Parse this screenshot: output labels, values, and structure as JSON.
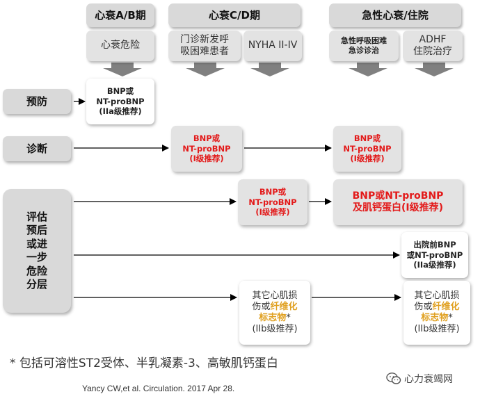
{
  "headers": {
    "stage_ab": "心衰A/B期",
    "stage_cd": "心衰C/D期",
    "acute": "急性心衰/住院"
  },
  "subheaders": {
    "hf_risk": "心衰危险",
    "outpatient_line1": "门诊新发呼",
    "outpatient_line2": "吸困难患者",
    "nyha": "NYHA II-IV",
    "er_line1": "急性呼吸困难",
    "er_line2": "急诊诊治",
    "adhf_line1": "ADHF",
    "adhf_line2": "住院治疗"
  },
  "rows": {
    "prevention": "预防",
    "diagnosis": "诊断",
    "assess_lines": [
      "评估",
      "预后",
      "或进",
      "一步",
      "危险",
      "分层"
    ]
  },
  "recommendations": {
    "prevention_bnp": [
      "BNP或",
      "NT-proBNP",
      "(IIa级推荐)"
    ],
    "diagnosis_outpatient": [
      "BNP或",
      "NT-proBNP",
      "(I级推荐)"
    ],
    "diagnosis_acute": [
      "BNP或",
      "NT-proBNP",
      "(I级推荐)"
    ],
    "assess_nyha": [
      "BNP或",
      "NT-proBNP",
      "(I级推荐)"
    ],
    "assess_acute": [
      "BNP或NT-proBNP",
      "及肌钙蛋白(I级推荐)"
    ],
    "predischarge": [
      "出院前BNP",
      "或NT-proBNP",
      "(IIa级推荐)"
    ],
    "other_markers_1": {
      "line1": "其它心肌损",
      "line2_plain": "伤或",
      "line2_hl": "纤维化",
      "line3_hl": "标志物",
      "line3_plain": "*",
      "line4": "(IIb级推荐)"
    },
    "other_markers_2": {
      "line1": "其它心肌损",
      "line2_plain": "伤或",
      "line2_hl": "纤维化",
      "line3_hl": "标志物",
      "line3_plain": "*",
      "line4": "(IIb级推荐)"
    }
  },
  "footnote": "* 包括可溶性ST2受体、半乳凝素-3、高敏肌钙蛋白",
  "citation": "Yancy CW,et al. Circulation. 2017 Apr 28.",
  "logo_text": "心力衰竭网",
  "colors": {
    "header_gray": "#d9d9d9",
    "arrow_gray": "#808080",
    "recommend_red": "#e31a1a",
    "highlight_gold": "#e0a020"
  },
  "icons": [
    "down-arrow-icon",
    "right-arrow-icon",
    "wechat-logo-icon"
  ]
}
